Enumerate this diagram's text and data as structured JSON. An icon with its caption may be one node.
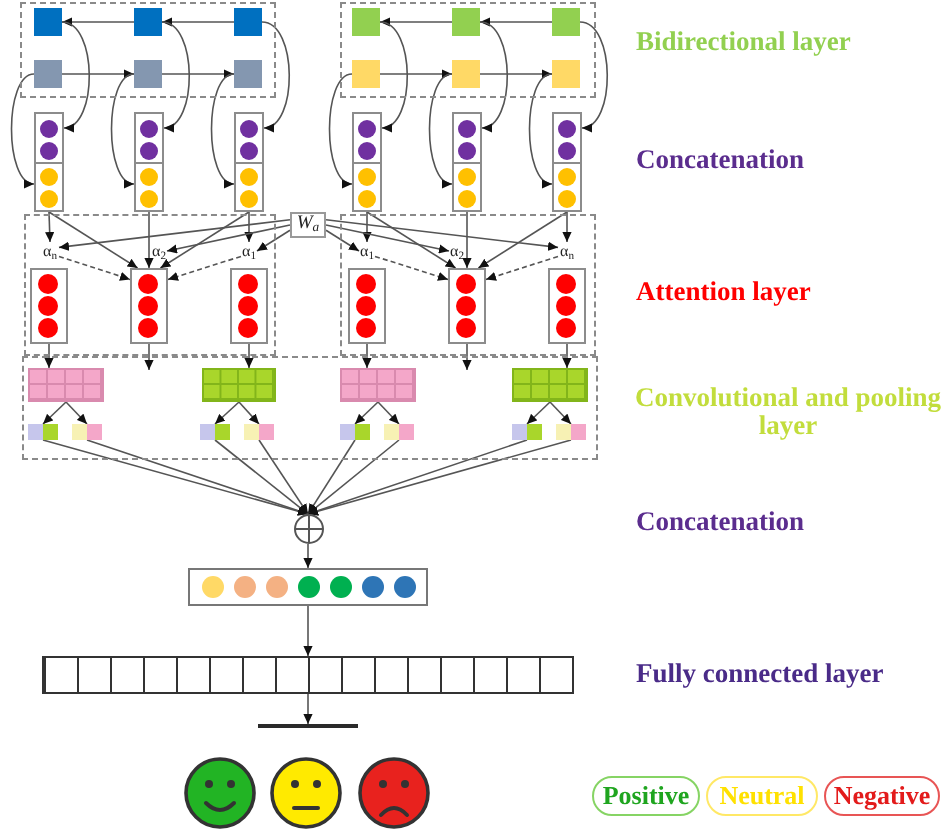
{
  "diagram": {
    "nodes": [
      {
        "text": [],
        "shape": "box"
      },
      {
        "text": [],
        "shape": "box",
        "in": 0
      },
      {
        "text": [],
        "shape": "box",
        "in": 0
      },
      {
        "text": [],
        "shape": "box",
        "in": 0
      },
      {
        "text": [],
        "shape": "box",
        "in": 0
      },
      {
        "text": [],
        "shape": "box",
        "in": 0
      },
      {
        "text": [],
        "shape": "box",
        "in": 0
      },
      {
        "text": [],
        "shape": "box"
      },
      {
        "text": [],
        "shape": "box",
        "in": 7
      },
      {
        "text": [],
        "shape": "box",
        "in": 7
      },
      {
        "text": [],
        "shape": "box",
        "in": 7
      },
      {
        "text": [],
        "shape": "box",
        "in": 7
      },
      {
        "text": [],
        "shape": "box",
        "in": 7
      },
      {
        "text": [],
        "shape": "box",
        "in": 7
      },
      {
        "text": [],
        "shape": "box"
      },
      {
        "text": [],
        "shape": "box"
      },
      {
        "text": [],
        "shape": "box"
      },
      {
        "text": [],
        "shape": "box"
      },
      {
        "text": [],
        "shape": "box"
      },
      {
        "text": [],
        "shape": "box"
      },
      {
        "text": [],
        "shape": "box"
      },
      {
        "text": [
          "α$_{n}$"
        ],
        "in": 20
      },
      {
        "text": [
          "α$_{2}$"
        ],
        "in": 20
      },
      {
        "text": [
          "α$_{1}$"
        ],
        "in": 20
      },
      {
        "text": [],
        "shape": "box",
        "in": 20
      },
      {
        "text": [],
        "shape": "box",
        "in": 20
      },
      {
        "text": [],
        "shape": "box",
        "in": 20
      },
      {
        "text": [
          "W$_{a}$"
        ]
      },
      {
        "text": [],
        "shape": "box"
      },
      {
        "text": [
          "α$_{1}$"
        ],
        "in": 28
      },
      {
        "text": [
          "α$_{2}$"
        ],
        "in": 28
      },
      {
        "text": [
          "α$_{n}$"
        ],
        "in": 28
      },
      {
        "text": [],
        "shape": "box",
        "in": 28
      },
      {
        "text": [],
        "shape": "box",
        "in": 28
      },
      {
        "text": [],
        "shape": "box",
        "in": 28
      },
      {
        "text": [],
        "shape": "box"
      },
      {
        "text": [],
        "shape": "box",
        "in": 35
      },
      {
        "text": [],
        "shape": "box",
        "in": 35
      },
      {
        "text": [],
        "shape": "box",
        "in": 35
      },
      {
        "text": [],
        "shape": "box",
        "in": 35
      },
      {
        "text": [],
        "shape": "box",
        "in": 35
      },
      {
        "text": [],
        "shape": "box",
        "in": 35
      },
      {
        "text": [],
        "shape": "box",
        "in": 35
      },
      {
        "text": [],
        "shape": "box",
        "in": 35
      },
      {
        "text": [],
        "shape": "box",
        "in": 35
      },
      {
        "text": [],
        "shape": "box",
        "in": 35
      },
      {
        "text": [],
        "shape": "box",
        "in": 35
      },
      {
        "text": [],
        "shape": "box",
        "in": 35
      },
      {
        "text": [],
        "shape": "circle"
      },
      {
        "text": [],
        "shape": "box"
      },
      {
        "text": [],
        "shape": "box"
      },
      {
        "text": [],
        "shape": "bar"
      },
      {
        "text": [],
        "shape": "picture"
      },
      {
        "text": [],
        "shape": "picture"
      },
      {
        "text": [],
        "shape": "picture"
      },
      {
        "text": [
          "Positive"
        ]
      },
      {
        "text": [
          "Neutral"
        ]
      },
      {
        "text": [
          "Negative"
        ]
      }
    ],
    "edges": [
      {
        "from": 2,
        "to": 1,
        "arrow": "to"
      },
      {
        "from": 3,
        "to": 2,
        "arrow": "to"
      },
      {
        "from": 4,
        "to": 5,
        "arrow": "to"
      },
      {
        "from": 5,
        "to": 6,
        "arrow": "to"
      },
      {
        "from": 1,
        "to": 14,
        "arrow": "to"
      },
      {
        "from": 2,
        "to": 15,
        "arrow": "to"
      },
      {
        "from": 3,
        "to": 16,
        "arrow": "to"
      },
      {
        "from": 4,
        "to": 14,
        "arrow": "to"
      },
      {
        "from": 5,
        "to": 15,
        "arrow": "to"
      },
      {
        "from": 6,
        "to": 16,
        "arrow": "to"
      },
      {
        "from": 9,
        "to": 8,
        "arrow": "to"
      },
      {
        "from": 10,
        "to": 9,
        "arrow": "to"
      },
      {
        "from": 11,
        "to": 12,
        "arrow": "to"
      },
      {
        "from": 12,
        "to": 13,
        "arrow": "to"
      },
      {
        "from": 8,
        "to": 17,
        "arrow": "to"
      },
      {
        "from": 9,
        "to": 18,
        "arrow": "to"
      },
      {
        "from": 10,
        "to": 19,
        "arrow": "to"
      },
      {
        "from": 11,
        "to": 17,
        "arrow": "to"
      },
      {
        "from": 12,
        "to": 18,
        "arrow": "to"
      },
      {
        "from": 13,
        "to": 19,
        "arrow": "to"
      },
      {
        "from": 14,
        "to": 25,
        "arrow": "to"
      },
      {
        "from": 15,
        "to": 25,
        "arrow": "to"
      },
      {
        "from": 16,
        "to": 25,
        "arrow": "to"
      },
      {
        "from": 14,
        "to": 21,
        "arrow": "to"
      },
      {
        "from": 16,
        "to": 23,
        "arrow": "to"
      },
      {
        "from": 27,
        "to": 21,
        "arrow": "to"
      },
      {
        "from": 27,
        "to": 22,
        "arrow": "to"
      },
      {
        "from": 27,
        "to": 23,
        "arrow": "to"
      },
      {
        "from": 21,
        "to": 25,
        "arrow": "to",
        "style": "dashed"
      },
      {
        "from": 23,
        "to": 25,
        "arrow": "to",
        "style": "dashed"
      },
      {
        "from": 17,
        "to": 33,
        "arrow": "to"
      },
      {
        "from": 18,
        "to": 33,
        "arrow": "to"
      },
      {
        "from": 19,
        "to": 33,
        "arrow": "to"
      },
      {
        "from": 17,
        "to": 29,
        "arrow": "to"
      },
      {
        "from": 19,
        "to": 31,
        "arrow": "to"
      },
      {
        "from": 27,
        "to": 29,
        "arrow": "to"
      },
      {
        "from": 27,
        "to": 30,
        "arrow": "to"
      },
      {
        "from": 27,
        "to": 31,
        "arrow": "to"
      },
      {
        "from": 29,
        "to": 33,
        "arrow": "to",
        "style": "dashed"
      },
      {
        "from": 31,
        "to": 33,
        "arrow": "to",
        "style": "dashed"
      },
      {
        "from": 24,
        "to": 36,
        "arrow": "to"
      },
      {
        "from": 25,
        "to": null,
        "arrow": "to"
      },
      {
        "from": 26,
        "to": 37,
        "arrow": "to"
      },
      {
        "from": 32,
        "to": 38,
        "arrow": "to"
      },
      {
        "from": 33,
        "to": null,
        "arrow": "to"
      },
      {
        "from": 34,
        "to": 39,
        "arrow": "to"
      },
      {
        "from": 36,
        "to": 40,
        "arrow": "to"
      },
      {
        "from": 36,
        "to": 41,
        "arrow": "to"
      },
      {
        "from": 37,
        "to": 42,
        "arrow": "to"
      },
      {
        "from": 37,
        "to": 43,
        "arrow": "to"
      },
      {
        "from": 38,
        "to": 44,
        "arrow": "to"
      },
      {
        "from": 38,
        "to": 45,
        "arrow": "to"
      },
      {
        "from": 39,
        "to": 46,
        "arrow": "to"
      },
      {
        "from": 39,
        "to": 47,
        "arrow": "to"
      },
      {
        "from": 40,
        "to": 48,
        "arrow": "to"
      },
      {
        "from": 41,
        "to": 48,
        "arrow": "to"
      },
      {
        "from": 42,
        "to": 48,
        "arrow": "to"
      },
      {
        "from": 43,
        "to": 48,
        "arrow": "to"
      },
      {
        "from": 44,
        "to": 48,
        "arrow": "to"
      },
      {
        "from": 45,
        "to": 48,
        "arrow": "to"
      },
      {
        "from": 46,
        "to": 48,
        "arrow": "to"
      },
      {
        "from": 47,
        "to": 48,
        "arrow": "to"
      },
      {
        "from": 48,
        "to": 49,
        "arrow": "to"
      },
      {
        "from": 49,
        "to": 50,
        "arrow": "to"
      },
      {
        "from": 50,
        "to": 51,
        "arrow": "to"
      }
    ],
    "labels": [
      "Bidirectional layer",
      "Concatenation",
      "Attention layer",
      "Convolutional and pooling layer",
      "Concatenation",
      "Fully connected layer"
    ]
  }
}
